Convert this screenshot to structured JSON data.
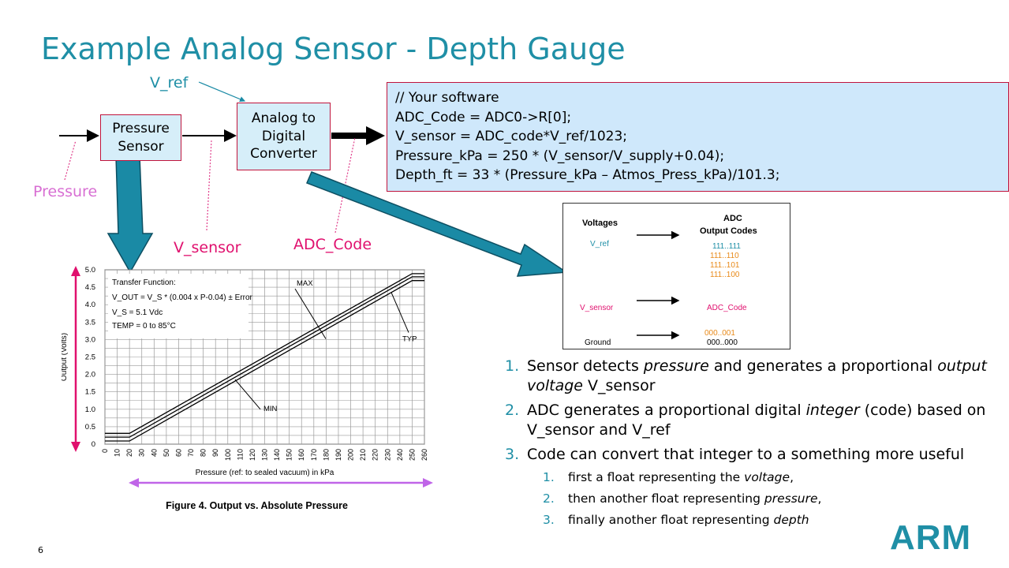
{
  "slide": {
    "title": "Example Analog Sensor - Depth Gauge",
    "page_number": "6",
    "logo": "ARM"
  },
  "block_diagram": {
    "vref_label": "V_ref",
    "pressure_label": "Pressure",
    "vsensor_label": "V_sensor",
    "adc_code_label": "ADC_Code",
    "sensor_box": "Pressure\nSensor",
    "adc_box": "Analog to\nDigital\nConverter",
    "arrow_color": "#1a8aa5",
    "label_color": "#e03c8a"
  },
  "code_box": {
    "lines": [
      "// Your software",
      "ADC_Code = ADC0->R[0];",
      "V_sensor = ADC_code*V_ref/1023;",
      "Pressure_kPa = 250 * (V_sensor/V_supply+0.04);",
      "Depth_ft = 33 * (Pressure_kPa – Atmos_Press_kPa)/101.3;"
    ]
  },
  "adc_diagram": {
    "voltages_header": "Voltages",
    "codes_header_1": "ADC",
    "codes_header_2": "Output Codes",
    "vref": "V_ref",
    "vsensor": "V_sensor",
    "ground": "Ground",
    "adc_code": "ADC_Code",
    "codes_top": [
      "111..111",
      "111..110",
      "111..101",
      "111..100"
    ],
    "codes_bottom": [
      "000..001",
      "000..000"
    ]
  },
  "steps": [
    {
      "num": "1.",
      "pre": "Sensor detects ",
      "em1": "pressure",
      "mid": " and generates a proportional ",
      "em2": "output voltage",
      "post": " V_sensor"
    },
    {
      "num": "2.",
      "pre": "ADC generates a proportional digital ",
      "em1": "integer",
      "mid": " (code) based on V_sensor and V_ref",
      "em2": "",
      "post": ""
    },
    {
      "num": "3.",
      "pre": "Code can convert that integer to a something more useful",
      "em1": "",
      "mid": "",
      "em2": "",
      "post": ""
    }
  ],
  "substeps": [
    {
      "num": "1.",
      "pre": "first a float representing the ",
      "em": "voltage",
      "post": ","
    },
    {
      "num": "2.",
      "pre": "then another float representing ",
      "em": "pressure",
      "post": ","
    },
    {
      "num": "3.",
      "pre": "finally another float representing ",
      "em": "depth",
      "post": ""
    }
  ],
  "chart_data": {
    "type": "line",
    "title": "Figure 4. Output vs. Absolute Pressure",
    "xlabel": "Pressure (ref: to sealed vacuum) in kPa",
    "ylabel": "Output (Volts)",
    "xlim": [
      0,
      260
    ],
    "ylim": [
      0,
      5.0
    ],
    "x_ticks": [
      "0",
      "10",
      "20",
      "30",
      "40",
      "50",
      "60",
      "70",
      "80",
      "90",
      "100",
      "110",
      "120",
      "130",
      "140",
      "150",
      "160",
      "170",
      "180",
      "190",
      "200",
      "210",
      "220",
      "230",
      "240",
      "250",
      "260"
    ],
    "y_ticks": [
      "0",
      "0.5",
      "1.0",
      "1.5",
      "2.0",
      "2.5",
      "3.0",
      "3.5",
      "4.0",
      "4.5",
      "5.0"
    ],
    "grid": true,
    "legend_box": [
      "Transfer Function:",
      "V_OUT = V_S * (0.004 x P-0.04) ± Error",
      "V_S = 5.1 Vdc",
      "TEMP = 0 to 85°C"
    ],
    "annotations": [
      "MAX",
      "TYP",
      "MIN"
    ],
    "series": [
      {
        "name": "MAX",
        "x": [
          0,
          20,
          250,
          260
        ],
        "y": [
          0.31,
          0.31,
          4.89,
          4.89
        ]
      },
      {
        "name": "TYP",
        "x": [
          0,
          20,
          250,
          260
        ],
        "y": [
          0.2,
          0.2,
          4.8,
          4.8
        ]
      },
      {
        "name": "MIN",
        "x": [
          0,
          20,
          250,
          260
        ],
        "y": [
          0.09,
          0.09,
          4.69,
          4.69
        ]
      }
    ]
  }
}
